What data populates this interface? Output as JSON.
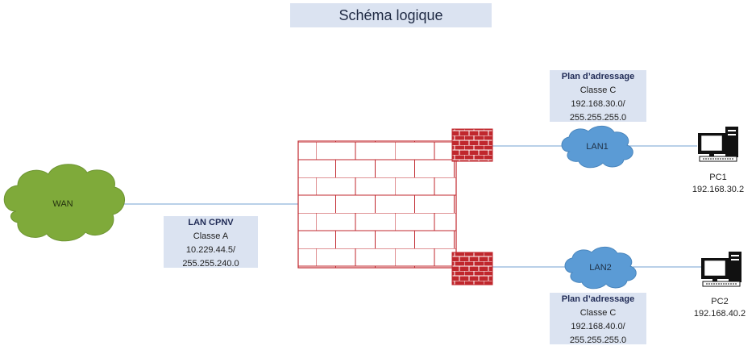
{
  "title": "Schéma logique",
  "wan": {
    "label": "WAN",
    "color": "#7faa3a"
  },
  "lan_cpnv": {
    "heading": "LAN CPNV",
    "classe": "Classe A",
    "ip": "10.229.44.5/",
    "mask": "255.255.240.0"
  },
  "plan1": {
    "heading": "Plan d’adressage",
    "classe": "Classe C",
    "ip": "192.168.30.0/",
    "mask": "255.255.255.0"
  },
  "plan2": {
    "heading": "Plan d’adressage",
    "classe": "Classe C",
    "ip": "192.168.40.0/",
    "mask": "255.255.255.0"
  },
  "lan1": {
    "label": "LAN1",
    "color": "#5b9bd5"
  },
  "lan2": {
    "label": "LAN2",
    "color": "#5b9bd5"
  },
  "pc1": {
    "name": "PC1",
    "ip": "192.168.30.2"
  },
  "pc2": {
    "name": "PC2",
    "ip": "192.168.40.2"
  },
  "colors": {
    "firewall": "#c0272d",
    "link": "#8fb3d9",
    "box": "#dbe3f1"
  },
  "icons": {
    "firewall": "brick-wall-icon",
    "router_firewall": "firewall-icon",
    "computer": "desktop-computer-icon",
    "cloud": "cloud-icon"
  }
}
